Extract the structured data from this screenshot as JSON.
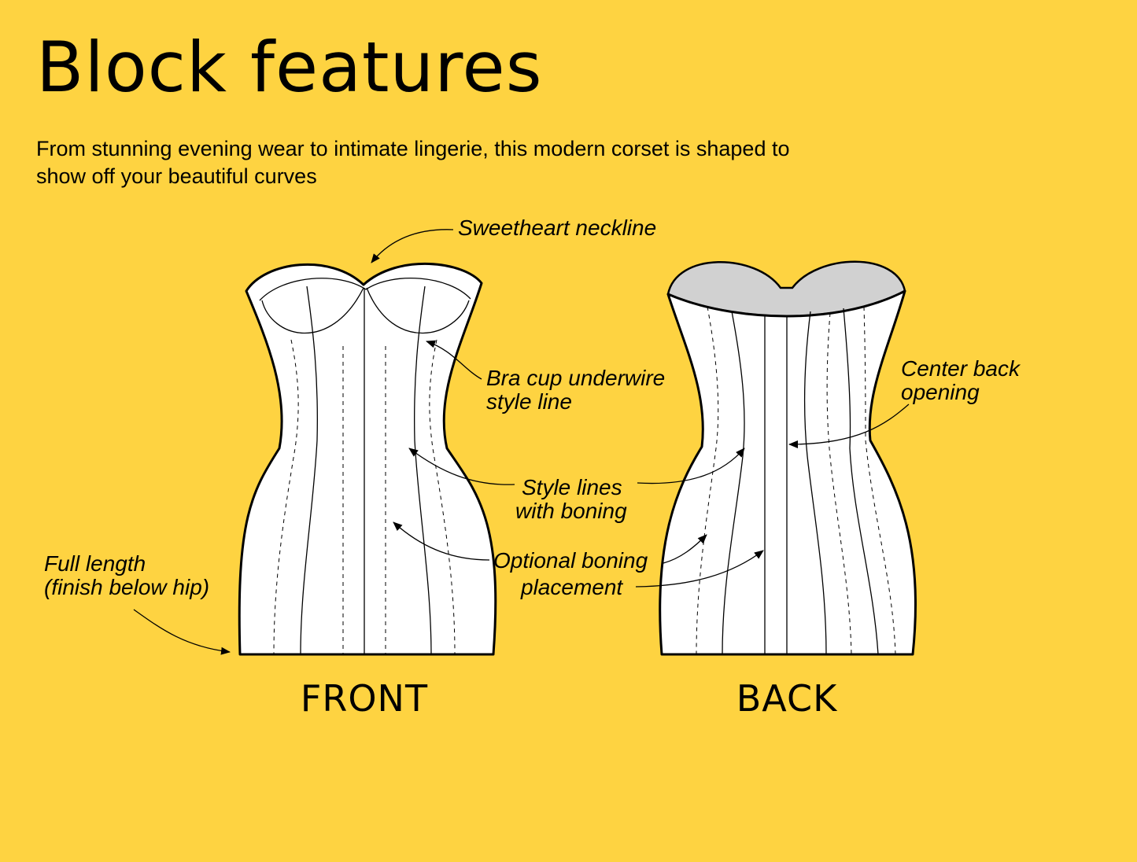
{
  "title": "Block features",
  "subtitle": "From stunning evening wear to intimate lingerie, this modern corset is shaped to show off your beautiful curves",
  "views": {
    "front": "FRONT",
    "back": "BACK"
  },
  "callouts": {
    "sweetheart": "Sweetheart neckline",
    "bra_cup_line1": "Bra cup underwire",
    "bra_cup_line2": "style line",
    "center_back_line1": "Center back",
    "center_back_line2": "opening",
    "style_lines_line1": "Style lines",
    "style_lines_line2": "with boning",
    "optional_line1": "Optional boning",
    "optional_line2": "placement",
    "full_length_line1": "Full length",
    "full_length_line2": "(finish below hip)"
  },
  "colors": {
    "background": "#FED341",
    "garment": "#FFFFFF",
    "lining": "#D1D1D1",
    "line": "#000000"
  }
}
